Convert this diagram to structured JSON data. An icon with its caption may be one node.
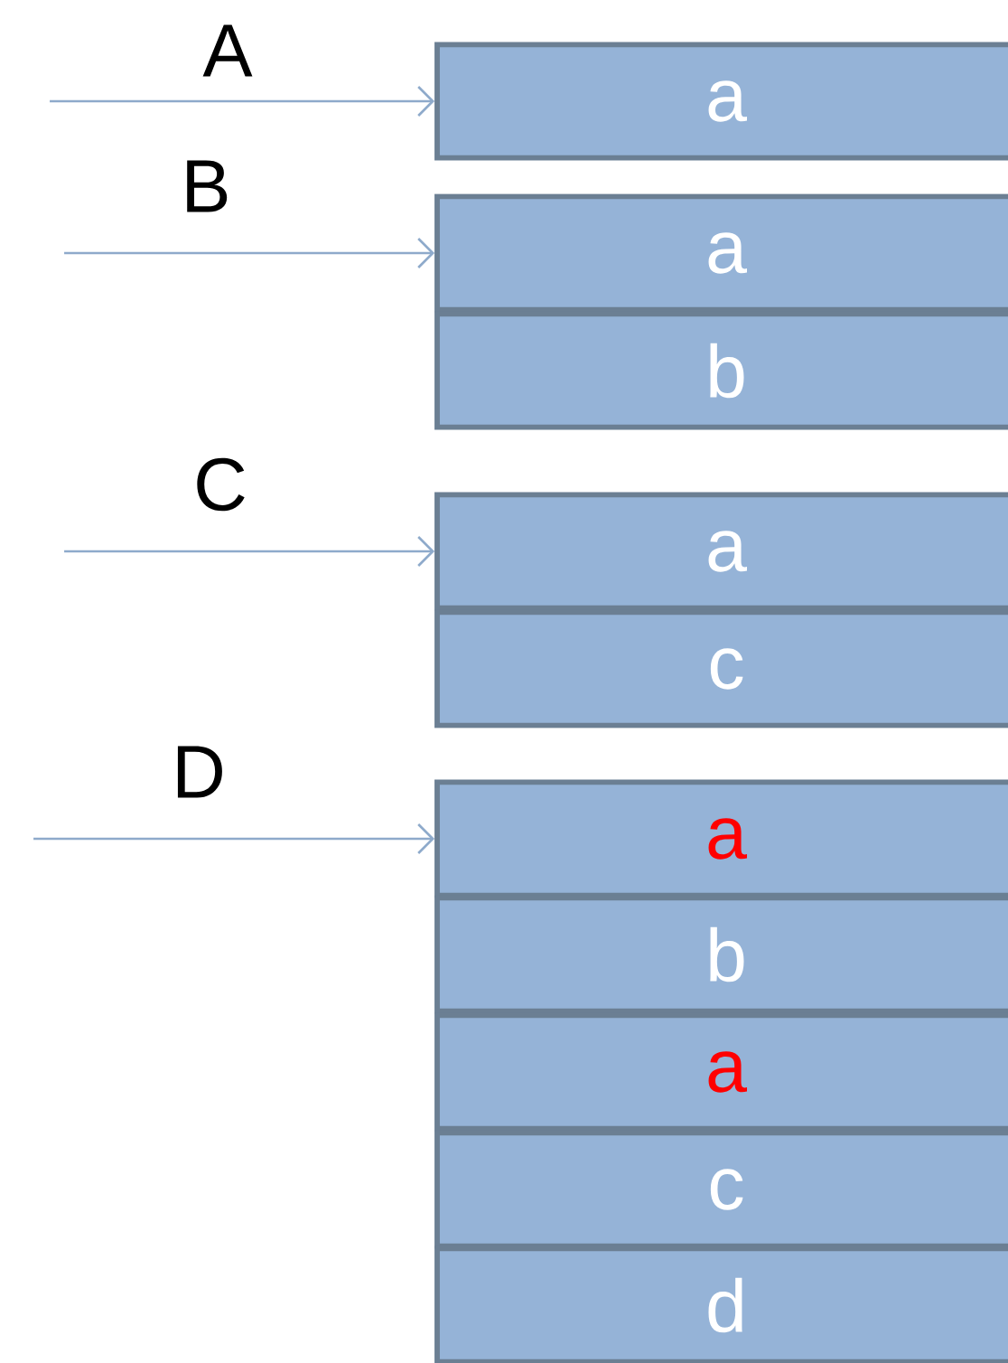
{
  "diagram": {
    "nodes": [
      {
        "text": [
          "a"
        ]
      },
      {
        "text": [
          "a"
        ]
      },
      {
        "text": [
          "b"
        ]
      },
      {
        "text": [
          "a"
        ]
      },
      {
        "text": [
          "c"
        ]
      },
      {
        "text": [
          "a"
        ]
      },
      {
        "text": [
          "b"
        ]
      },
      {
        "text": [
          "a"
        ]
      },
      {
        "text": [
          "c"
        ]
      },
      {
        "text": [
          "d"
        ]
      }
    ],
    "edges": [
      {
        "from": null,
        "to": 0,
        "arrow": "to",
        "label": "A"
      },
      {
        "from": null,
        "to": 1,
        "arrow": "to",
        "label": "B"
      },
      {
        "from": null,
        "to": 3,
        "arrow": "to",
        "label": "C"
      },
      {
        "from": null,
        "to": 5,
        "arrow": "to",
        "label": "D"
      }
    ]
  }
}
